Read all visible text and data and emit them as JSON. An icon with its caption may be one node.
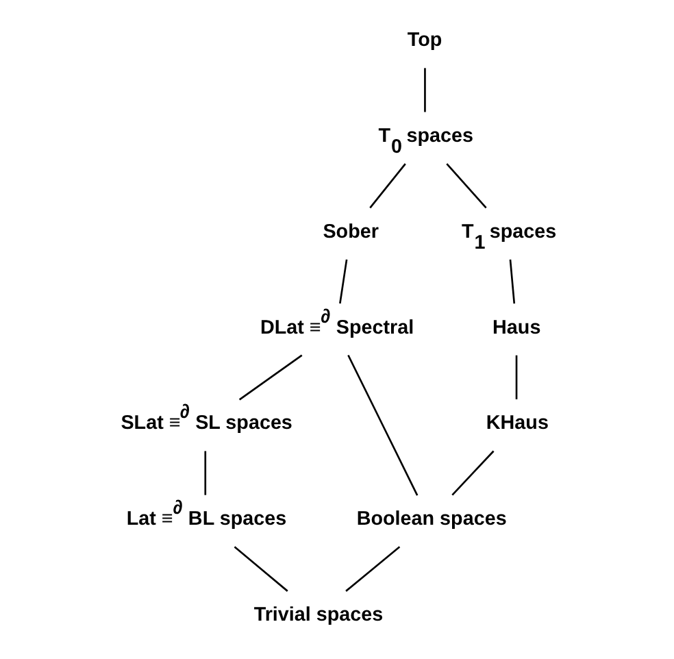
{
  "diagram": {
    "nodes": [
      {
        "text": [
          "Top"
        ]
      },
      {
        "text": [
          "T$_{0}$ spaces"
        ]
      },
      {
        "text": [
          "Sober"
        ]
      },
      {
        "text": [
          "T$_{1}$ spaces"
        ]
      },
      {
        "text": [
          "DLat ≡$^{∂}$ Spectral"
        ]
      },
      {
        "text": [
          "Haus"
        ]
      },
      {
        "text": [
          "SLat ≡$^{∂}$ SL spaces"
        ]
      },
      {
        "text": [
          "KHaus"
        ]
      },
      {
        "text": [
          "Lat ≡$^{∂}$ BL spaces"
        ]
      },
      {
        "text": [
          "Boolean spaces"
        ]
      },
      {
        "text": [
          "Trivial spaces"
        ]
      }
    ],
    "edges": [
      {
        "from": 0,
        "to": 1,
        "arrow": "none"
      },
      {
        "from": 1,
        "to": 2,
        "arrow": "none"
      },
      {
        "from": 1,
        "to": 3,
        "arrow": "none"
      },
      {
        "from": 2,
        "to": 4,
        "arrow": "none"
      },
      {
        "from": 3,
        "to": 5,
        "arrow": "none"
      },
      {
        "from": 4,
        "to": 6,
        "arrow": "none"
      },
      {
        "from": 4,
        "to": 9,
        "arrow": "none"
      },
      {
        "from": 5,
        "to": 7,
        "arrow": "none"
      },
      {
        "from": 6,
        "to": 8,
        "arrow": "none"
      },
      {
        "from": 7,
        "to": 9,
        "arrow": "none"
      },
      {
        "from": 8,
        "to": 10,
        "arrow": "none"
      },
      {
        "from": 9,
        "to": 10,
        "arrow": "none"
      }
    ]
  }
}
